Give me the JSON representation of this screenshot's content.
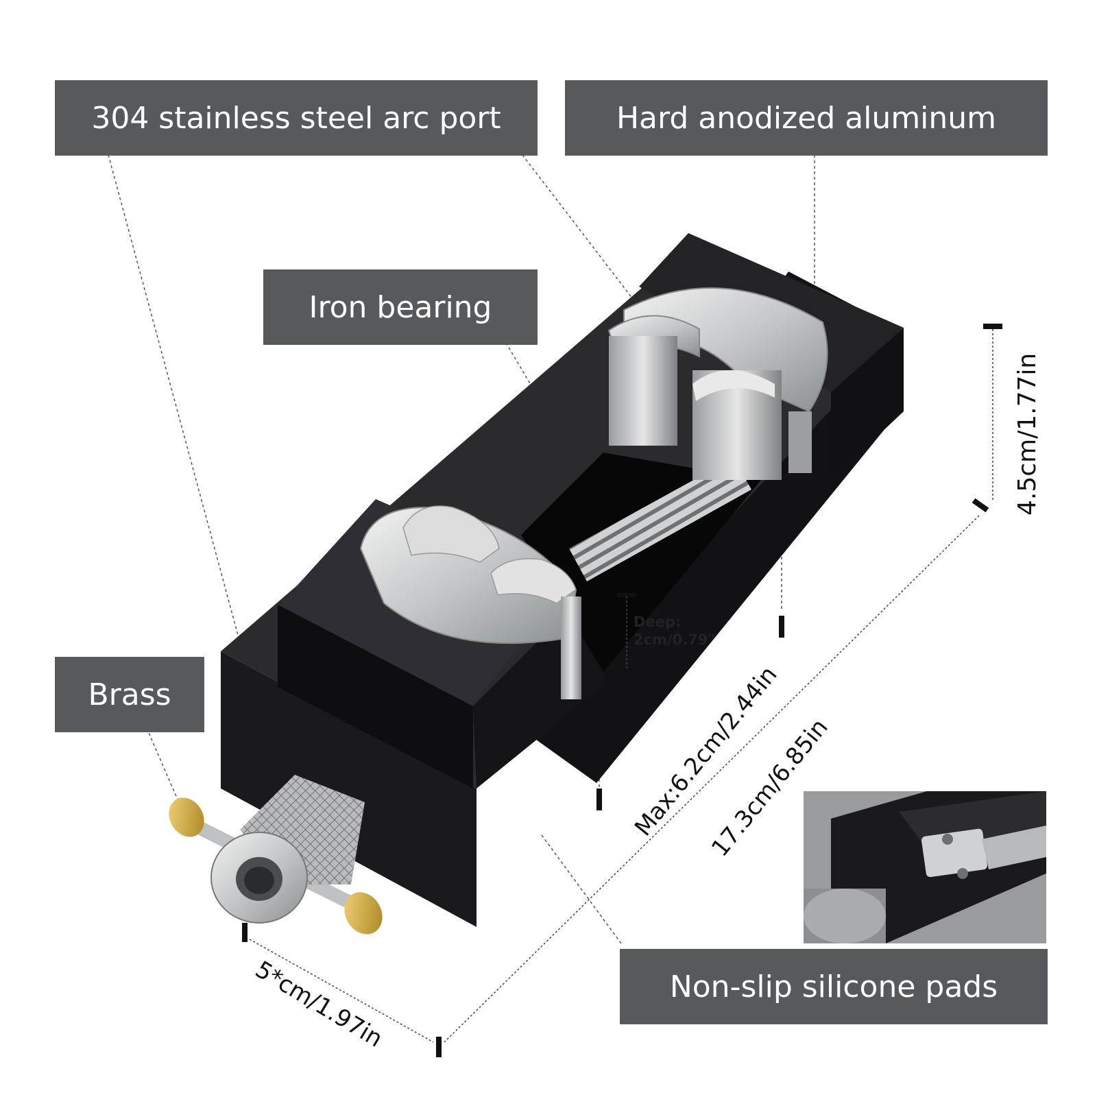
{
  "labels": {
    "arc_port": "304 stainless steel arc port",
    "aluminum": "Hard anodized aluminum",
    "bearing": "Iron bearing",
    "brass": "Brass",
    "pads": "Non-slip silicone pads"
  },
  "dimensions": {
    "height": "4.5cm/1.77in",
    "max_opening": "Max:6.2cm/2.44in",
    "length": "17.3cm/6.85in",
    "width": "5*cm/1.97in",
    "deep_label": "Deep:",
    "deep_value": "2cm/0.79\""
  },
  "colors": {
    "label_bg": "#58595b",
    "label_text": "#ffffff",
    "body": "#1e1e20",
    "steel": "#c9cbcc",
    "brass": "#c9a23a"
  }
}
